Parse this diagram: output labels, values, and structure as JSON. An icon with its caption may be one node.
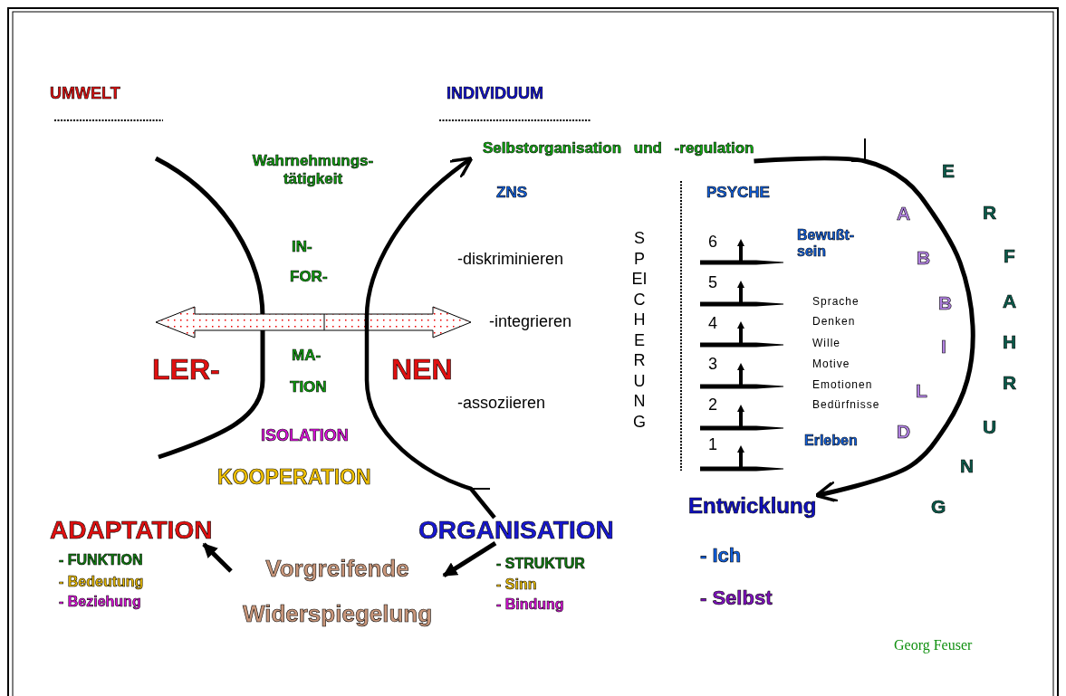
{
  "diagram": {
    "nodes": [
      {
        "text": [
          "ADAPTATION"
        ]
      },
      {
        "text": [
          "Vorgreifende Widerspiegelung"
        ]
      },
      {
        "text": [
          "ORGANISATION"
        ]
      },
      {
        "text": [
          "Selbstorganisation und -regulation"
        ]
      },
      {
        "text": [
          "Entwicklung"
        ]
      }
    ],
    "edges": [
      {
        "from": 2,
        "to": 1,
        "arrow": "to"
      },
      {
        "from": 1,
        "to": 0,
        "arrow": "to"
      },
      {
        "from": 3,
        "to": 4,
        "arrow": "to"
      },
      {
        "from": 2,
        "to": 3,
        "arrow": "to"
      }
    ],
    "labels": [
      "UMWELT",
      "INDIVIDUUM",
      "Wahrnehmungs- tätigkeit",
      "ZNS",
      "PSYCHE",
      "IN-",
      "FOR-",
      "-diskriminieren",
      "-integrieren",
      "LER-",
      "MA-",
      "TION",
      "NEN",
      "-assoziieren",
      "ISOLATION",
      "KOOPERATION",
      "SPEICHERUNG",
      "6",
      "5",
      "4",
      "3",
      "2",
      "1",
      "Bewußt- sein",
      "Sprache",
      "Denken",
      "Wille",
      "Motive",
      "Emotionen",
      "Bedürfnisse",
      "Erleben",
      "E",
      "R",
      "F",
      "A",
      "H",
      "R",
      "U",
      "N",
      "G",
      "A",
      "B",
      "B",
      "I",
      "L",
      "D",
      "- FUNKTION",
      "- Bedeutung",
      "- Beziehung",
      "- STRUKTUR",
      "- Sinn",
      "- Bindung",
      "- Ich",
      "- Selbst",
      "Georg Feuser"
    ]
  }
}
